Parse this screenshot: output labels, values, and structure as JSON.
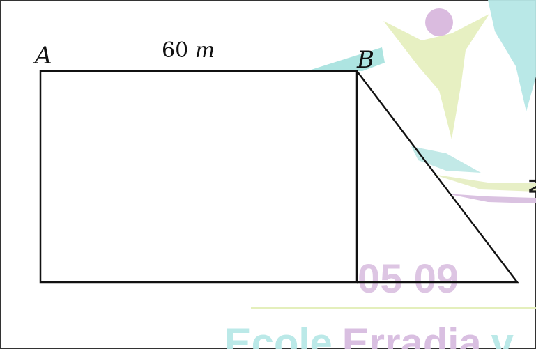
{
  "figure": {
    "vertex_a": "A",
    "vertex_b": "B",
    "length_ab": "60m",
    "length_units_note": ""
  },
  "watermark": {
    "text_part1": "Ecole",
    "text_part2": "Erradia",
    "text_part3": "v",
    "colors": {
      "teal": "#aee6e4",
      "lime": "#e3efb9",
      "lilac": "#d7b4dc"
    }
  },
  "colors": {
    "stroke": "#111111",
    "frame": "#333333"
  }
}
